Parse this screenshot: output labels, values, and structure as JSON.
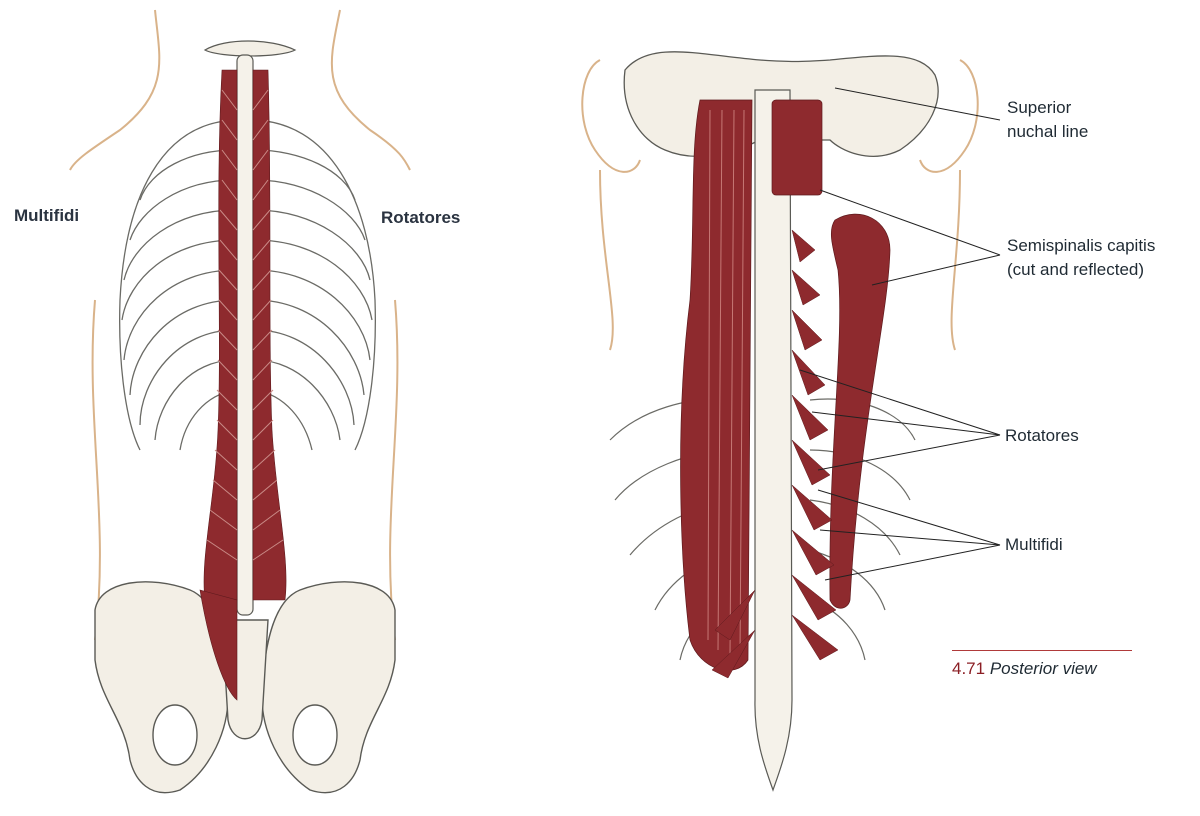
{
  "left_view": {
    "label_left": "Multifidi",
    "label_right": "Rotatores"
  },
  "right_view": {
    "labels": {
      "superior_nuchal_line_1": "Superior",
      "superior_nuchal_line_2": "nuchal line",
      "semispinalis_1": "Semispinalis capitis",
      "semispinalis_2": "(cut and reflected)",
      "rotatores": "Rotatores",
      "multifidi": "Multifidi"
    }
  },
  "caption": {
    "figure_number": "4.71",
    "figure_title": "Posterior view"
  },
  "colors": {
    "muscle": "#8e2a2e",
    "muscle_light": "#b4474a",
    "bone_outline": "#5a5a55",
    "skin_outline": "#d9b38a",
    "leader": "#222222"
  }
}
